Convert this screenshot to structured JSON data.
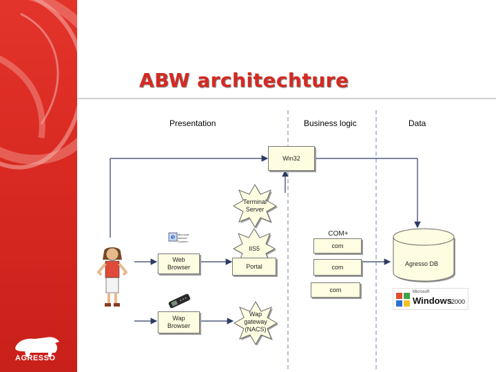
{
  "title": "ABW architechture",
  "columns": {
    "presentation": "Presentation",
    "business": "Business logic",
    "data": "Data"
  },
  "nodes": {
    "win32": "Win32",
    "terminal_line1": "Terminal",
    "terminal_line2": "Server",
    "com_plus": "COM+",
    "iis5": "IIS5",
    "com1": "com",
    "portal": "Portal",
    "com2": "com",
    "com3": "com",
    "web_browser_line1": "Web",
    "web_browser_line2": "Browser",
    "wap_browser_line1": "Wap",
    "wap_browser_line2": "Browser",
    "wap_gw_line1": "Wap",
    "wap_gw_line2": "gateway",
    "wap_gw_line3": "(NACS)",
    "db": "Agresso DB"
  },
  "brand": {
    "logo_text": "AGRESSO",
    "ie_logo_text1": "Microsoft",
    "ie_logo_text2": "Internet",
    "ie_logo_text3": "Explorer",
    "windows_small": "Microsoft",
    "windows_word": "Windows",
    "windows_year": "2000"
  },
  "colors": {
    "accent": "#d42a22",
    "box_fill": "#fffde1",
    "line": "#2d3b63"
  }
}
